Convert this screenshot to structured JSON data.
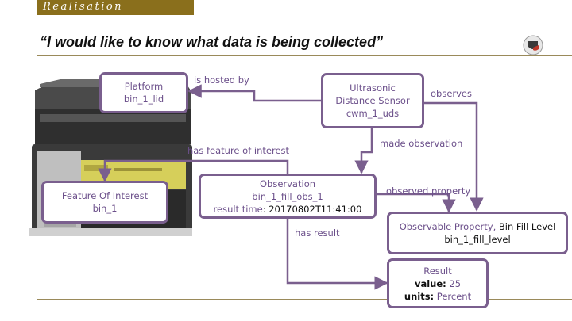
{
  "header": {
    "section_tab": "Realisation",
    "headline": "“I would like to know what data is being collected”"
  },
  "nodes": {
    "platform": {
      "type": "Platform",
      "id": "bin_1_lid"
    },
    "sensor": {
      "line1": "Ultrasonic",
      "line2": "Distance Sensor",
      "id": "cwm_1_uds"
    },
    "feature": {
      "type": "Feature Of Interest",
      "id": "bin_1"
    },
    "observation": {
      "type": "Observation",
      "id": "bin_1_fill_obs_1",
      "time_label": "result time",
      "time_value": ": 20170802T11:41:00"
    },
    "observable_property": {
      "type": "Observable Property,",
      "name": " Bin Fill Level",
      "id": "bin_1_fill_level"
    },
    "result": {
      "type": "Result",
      "value_label": "value:",
      "value": " 25",
      "units_label": "units:",
      "units": " Percent"
    }
  },
  "edges": {
    "is_hosted_by": "is hosted by",
    "observes": "observes",
    "made_observation": "made observation",
    "has_feature_of_interest": "has feature of interest",
    "observed_property": "observed property",
    "has_result": "has result"
  },
  "colors": {
    "accent": "#7a5f8e",
    "label_text": "#6b4f8a",
    "tab": "#8a6f1c"
  }
}
